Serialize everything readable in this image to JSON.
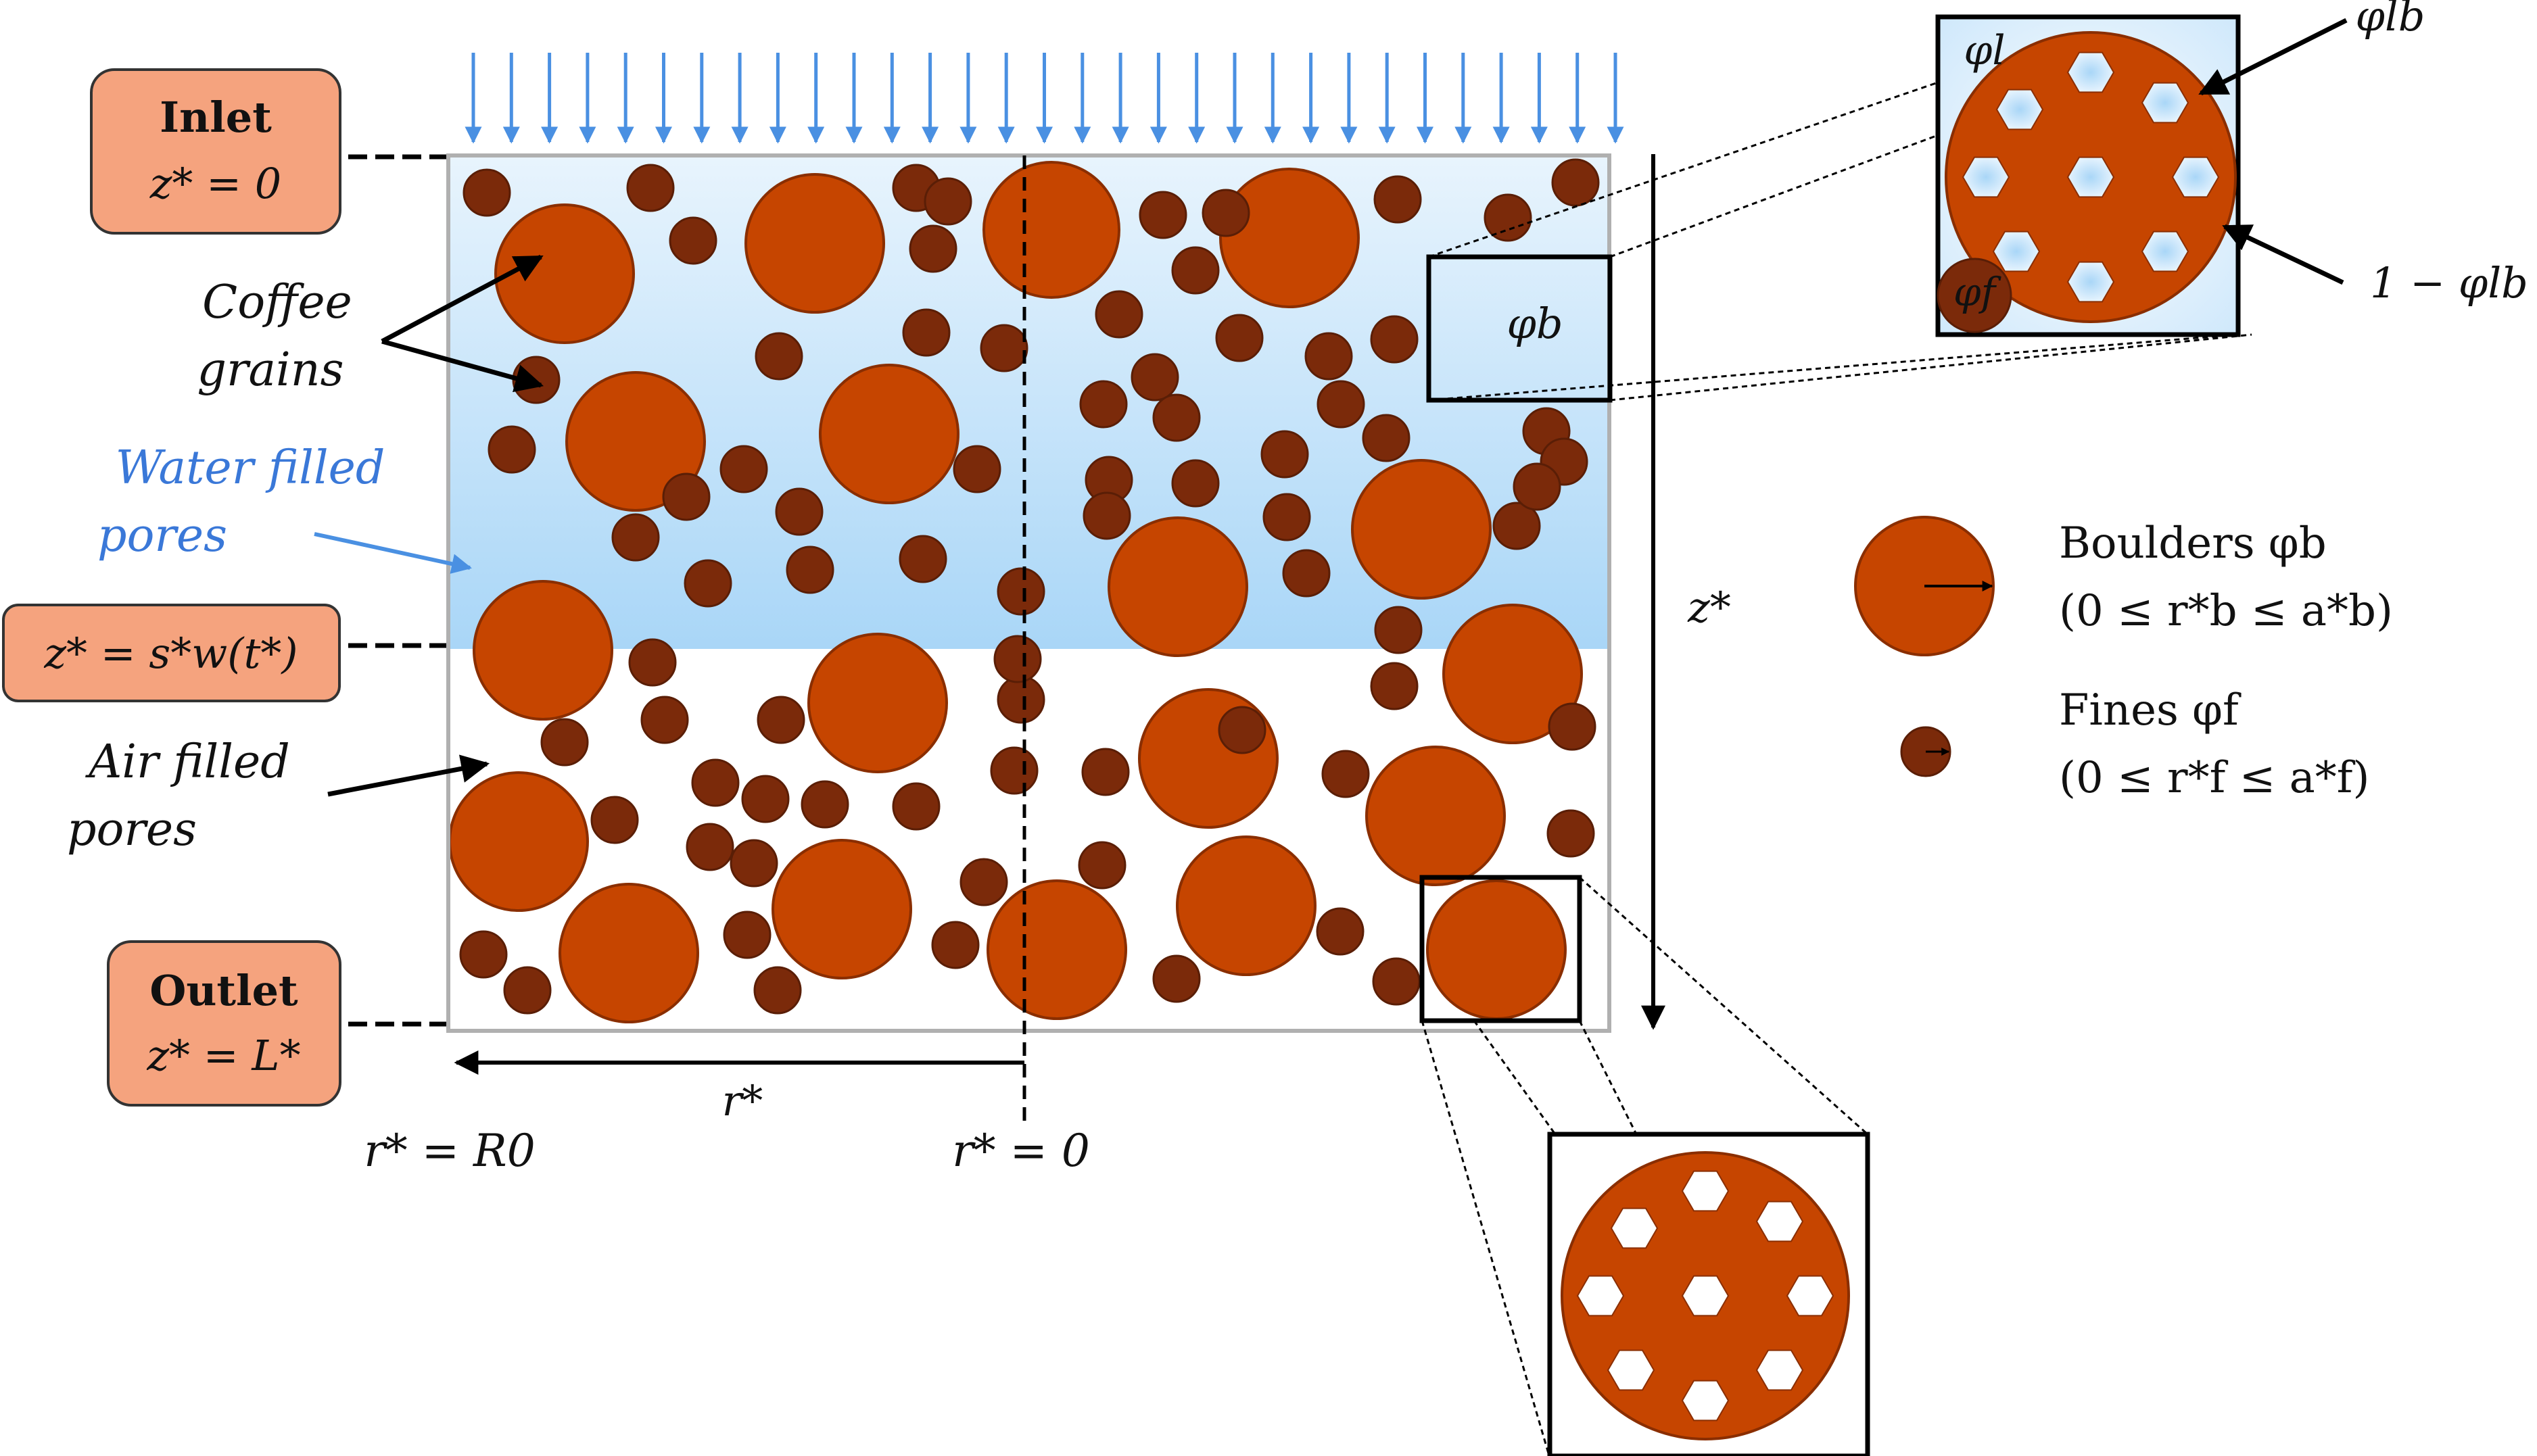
{
  "colors": {
    "grain_fill": "#c64500",
    "grain_stroke": "#8a2e00",
    "fine_fill": "#7b2a0a",
    "water_top": "#e8f4fd",
    "water_bottom": "#a9d6f7",
    "inflow_arrow": "#4a90e2",
    "box_fill": "#f5a37e",
    "box_stroke": "#333333",
    "water_label": "#3a78d8",
    "bed_border": "#b0b0b0"
  },
  "labels": {
    "inlet_title": "Inlet",
    "inlet_eq": "z* = 0",
    "front_eq": "z* = s*w(t*)",
    "outlet_title": "Outlet",
    "outlet_eq": "z* = L*",
    "coffee_grains": [
      "Coffee",
      "grains"
    ],
    "water_pores": [
      "Water filled",
      "pores"
    ],
    "air_pores": [
      "Air filled",
      "pores"
    ],
    "r_axis": "r*",
    "r_R0": "r* = R0",
    "r_zero": "r* = 0",
    "z_axis": "z*",
    "phi_b": "φb",
    "phi_l": "φl",
    "phi_f": "φf",
    "varphi_lb": "φlb",
    "one_minus_varphi_lb": "1 − φlb",
    "legend_boulders": "Boulders φb",
    "legend_boulders_range": "(0 ≤ r*b ≤ a*b)",
    "legend_fines": "Fines φf",
    "legend_fines_range": "(0 ≤ r*f ≤ a*f)"
  },
  "icons": {
    "inflow": "down-arrow-icon",
    "legend_boulder": "boulder-icon",
    "legend_fine": "fine-particle-icon",
    "pore": "hexagon-pore-icon"
  }
}
